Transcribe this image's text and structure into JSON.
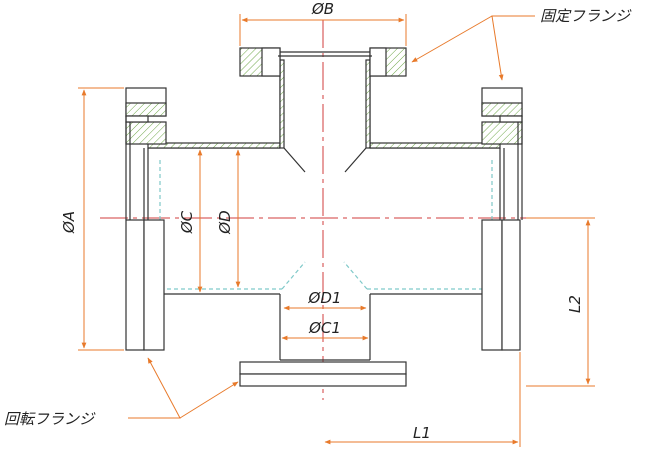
{
  "dimensions": {
    "outer_diameter": "ØA",
    "top_flange_diameter": "ØB",
    "tube_outer_diameter": "ØC",
    "tube_inner_diameter": "ØD",
    "branch_inner_diameter": "ØD1",
    "branch_outer_diameter": "ØC1",
    "length_l1": "L1",
    "length_l2": "L2"
  },
  "notes": {
    "fixed_flange": "固定フランジ",
    "rotating_flange": "回転フランジ"
  },
  "colors": {
    "outline": "#333333",
    "dimension_line": "#e87a2b",
    "hatch": "#6fa84a",
    "inner_dashed": "#7fc9c9",
    "centerline": "#d23c3c"
  }
}
